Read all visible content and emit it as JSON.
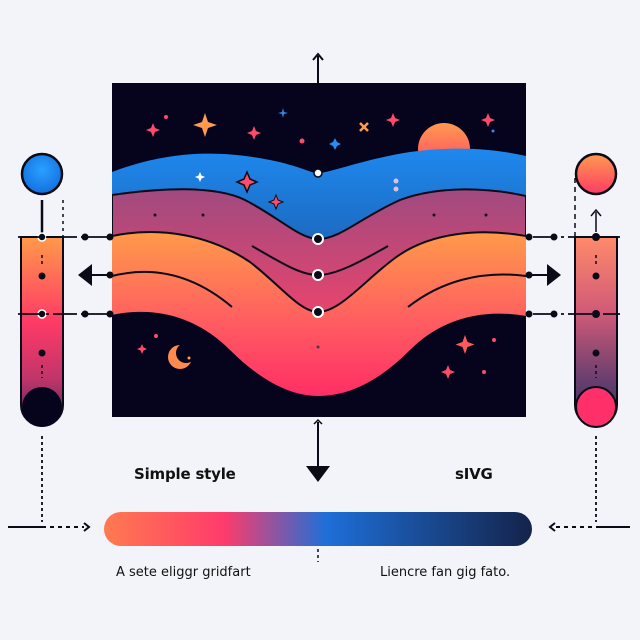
{
  "labels": {
    "left_title": "Simple style",
    "right_title": "sIVG",
    "left_caption": "A sete eliggr gridfart",
    "right_caption": "Lienсre fan gig fato."
  },
  "colors": {
    "background": "#f3f4fa",
    "night": "#05041c",
    "blue": "#1e88ee",
    "navy": "#1b2a55",
    "orange": "#ff9a4a",
    "pink": "#ff2f6a",
    "magenta": "#c9457a",
    "stroke": "#0b0b18"
  },
  "scene": {
    "name": "wave-landscape",
    "elements": [
      "stars",
      "sun",
      "moon",
      "blue-wave",
      "pink-wave",
      "orange-wave"
    ]
  },
  "gradient_bar": {
    "stops": [
      "#ff7a50",
      "#ff3b6b",
      "#1e6fd8",
      "#14234a"
    ]
  },
  "left_swatch": {
    "top_color": "#1e88ee",
    "bottom_color": "#05041c"
  },
  "right_swatch": {
    "top_color": "#ff9a4a",
    "bottom_color": "#ff2f6a"
  }
}
